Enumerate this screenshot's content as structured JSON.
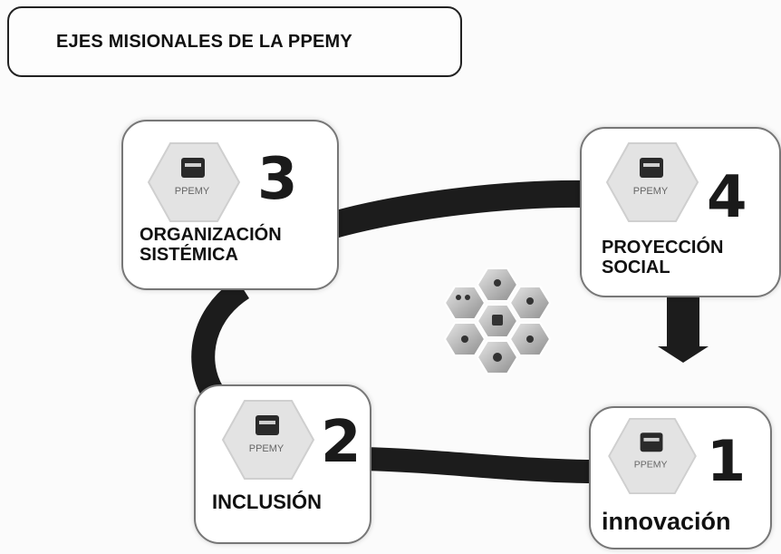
{
  "title": "EJES MISIONALES DE LA PPEMY",
  "logo_text": "PPEMY",
  "cards": [
    {
      "number": "3",
      "label_line1": "ORGANIZACIÓN",
      "label_line2": "SISTÉMICA"
    },
    {
      "number": "4",
      "label_line1": "PROYECCIÓN",
      "label_line2": "SOCIAL"
    },
    {
      "number": "2",
      "label_line1": "INCLUSIÓN",
      "label_line2": ""
    },
    {
      "number": "1",
      "label_line1": "innovación",
      "label_line2": ""
    }
  ],
  "colors": {
    "band": "#1c1c1c",
    "card_border": "#777777",
    "hex": "#b9b9b9"
  }
}
